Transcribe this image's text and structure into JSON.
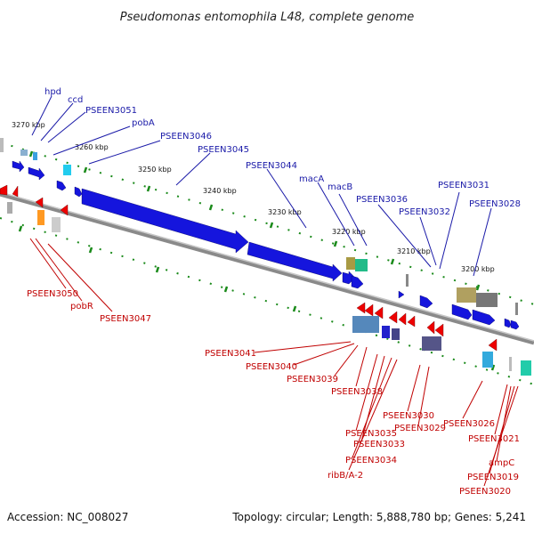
{
  "title": "Pseudomonas entomophila L48, complete genome",
  "footer": {
    "accession": "Accession: NC_008027",
    "topology": "Topology: circular; Length: 5,888,780 bp; Genes: 5,241"
  },
  "ticks": [
    "3270 kbp",
    "3260 kbp",
    "3250 kbp",
    "3240 kbp",
    "3230 kbp",
    "3220 kbp",
    "3210 kbp",
    "3200 kbp"
  ],
  "plus_labels": [
    "hpd",
    "ccd",
    "PSEEN3051",
    "pobA",
    "PSEEN3046",
    "PSEEN3045",
    "PSEEN3044",
    "macA",
    "macB",
    "PSEEN3036",
    "PSEEN3032",
    "PSEEN3031",
    "PSEEN3028"
  ],
  "minus_labels": [
    "PSEEN3050",
    "pobR",
    "PSEEN3047",
    "PSEEN3041",
    "PSEEN3040",
    "PSEEN3039",
    "PSEEN3038",
    "PSEEN3035",
    "PSEEN3033",
    "PSEEN3034",
    "ribB/A-2",
    "PSEEN3030",
    "PSEEN3029",
    "PSEEN3026",
    "PSEEN3021",
    "ampC",
    "PSEEN3019",
    "PSEEN3020"
  ],
  "colors": {
    "plus_strand": "#1a1aa8",
    "minus_strand": "#c00000",
    "gene_plus": "#1515dd",
    "gene_minus": "#ee0000",
    "backbone": "#7a7a7a",
    "tick_marks": "#1a8a1a"
  }
}
